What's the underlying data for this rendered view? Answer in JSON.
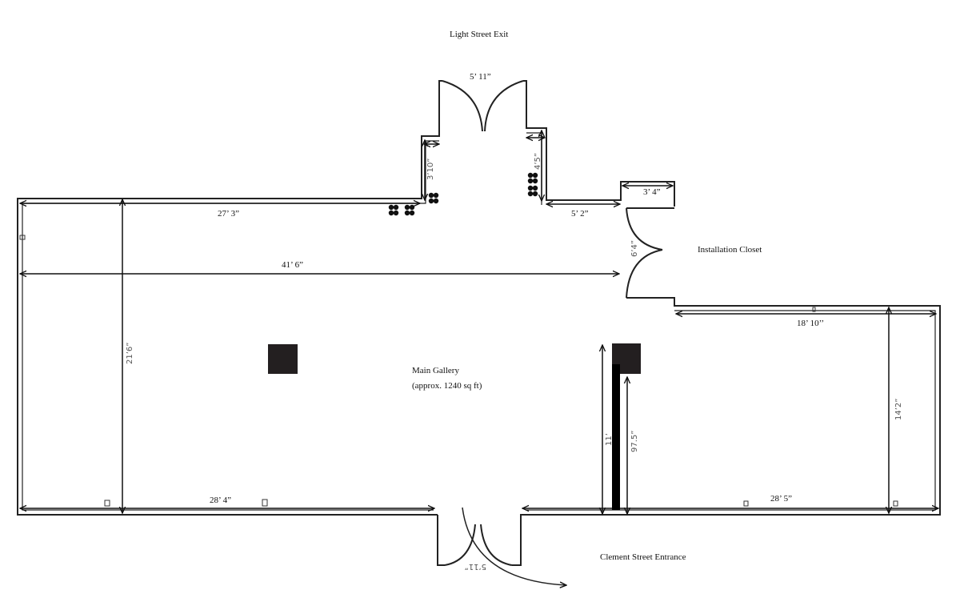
{
  "labels": {
    "exit": "Light Street Exit",
    "closet": "Installation Closet",
    "gallery": "Main Gallery",
    "area": "(approx. 1240 sq ft)",
    "entrance": "Clement Street Entrance"
  },
  "dimensions": {
    "top_door": "5’ 11”",
    "top_left_wall": "27’ 3”",
    "width_total": "41’ 6”",
    "left_height": "21’6”",
    "bottom_left": "28’ 4”",
    "bottom_right": "28’ 5”",
    "right_top": "18’ 10’’",
    "right_height": "14’2”",
    "alcove_left": "3’10”",
    "alcove_right": "4’5”",
    "mid_wall": "5’ 2”",
    "closet_width": "3’ 4”",
    "closet_door": "6’4”",
    "pillar_height": "11’",
    "wall_length": "97.5”",
    "entrance_door": "5’11”"
  }
}
